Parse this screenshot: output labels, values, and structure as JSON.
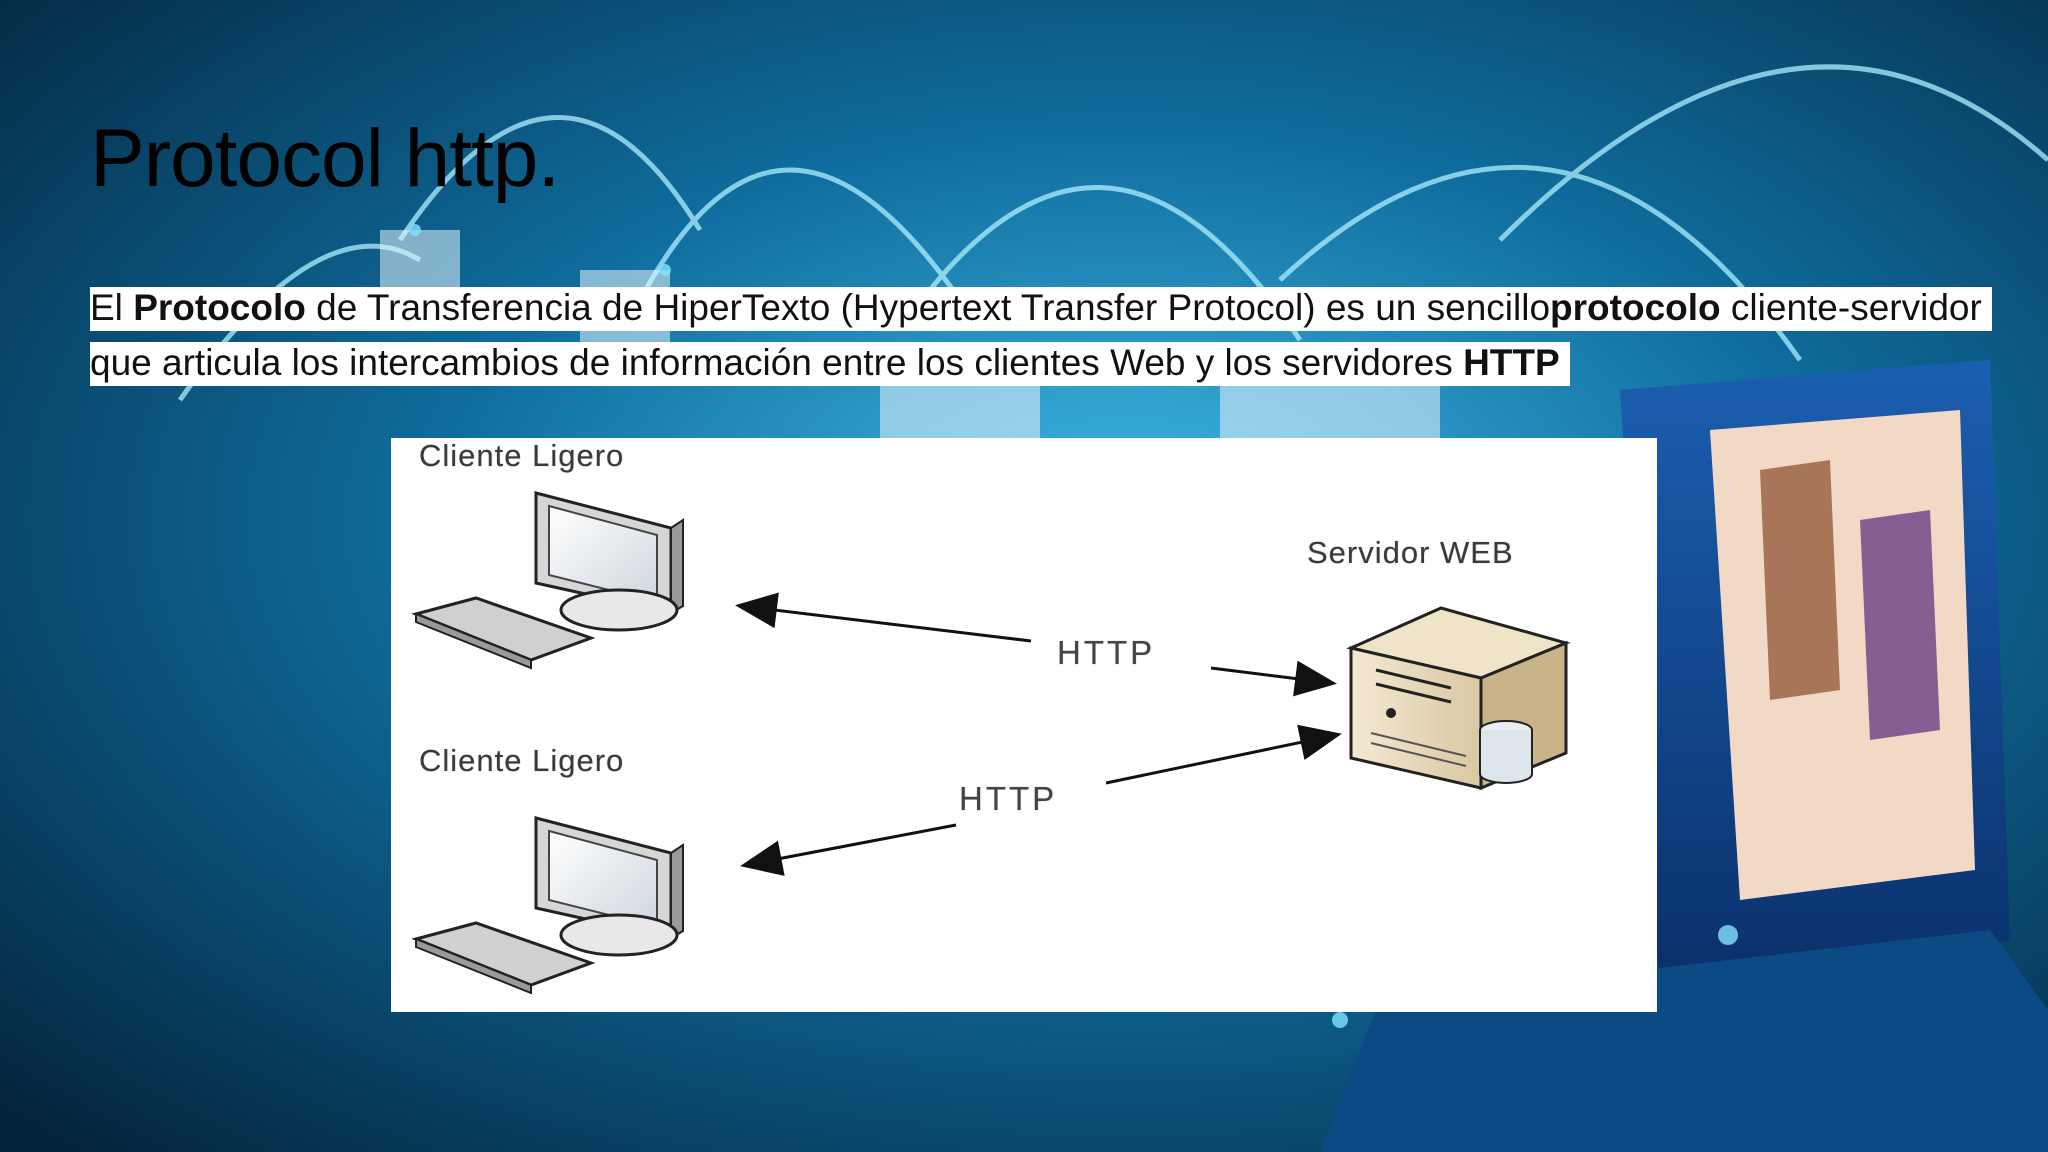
{
  "slide": {
    "title": "Protocol http.",
    "paragraph": {
      "p1": "El ",
      "b1": "Protocolo",
      "p2": " de Transferencia de HiperTexto (Hypertext Transfer Protocol) es un sencillo",
      "b2": "protocolo",
      "p3": " cliente-servidor que articula los intercambios de información entre los clientes Web y los servidores ",
      "b3": "HTTP"
    }
  },
  "diagram": {
    "client_top_label": "Cliente Ligero",
    "client_bottom_label": "Cliente Ligero",
    "server_label": "Servidor WEB",
    "http_top": "HTTP",
    "http_bottom": "HTTP"
  },
  "colors": {
    "background_dark": "#062a45",
    "background_glow": "#35c6ff",
    "highlight": "#ffffff"
  }
}
